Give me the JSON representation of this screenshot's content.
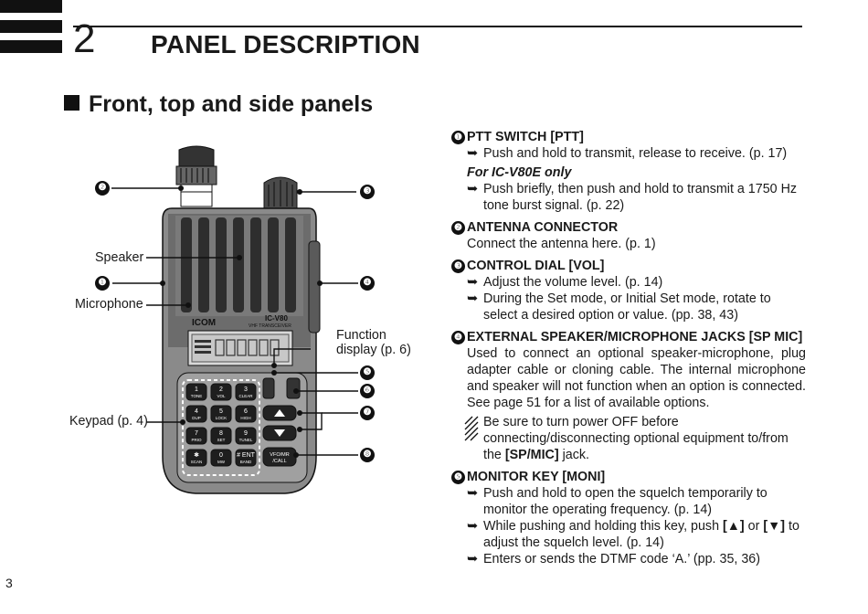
{
  "chapter": {
    "number": "2",
    "title": "PANEL DESCRIPTION"
  },
  "section": {
    "title": "Front, top and side panels"
  },
  "page_number": "3",
  "diagram": {
    "labels": {
      "speaker": "Speaker",
      "microphone": "Microphone",
      "keypad": "Keypad (p. 4)",
      "function_display_1": "Function",
      "function_display_2": "display (p. 6)"
    },
    "callouts": [
      "❶",
      "❷",
      "❸",
      "❹",
      "❺",
      "❻",
      "❼",
      "❽"
    ],
    "radio": {
      "brand": "ICOM",
      "model": "IC-V80",
      "subtitle": "VHF TRANSCEIVER",
      "keys": [
        {
          "n": "1",
          "s": "TONE"
        },
        {
          "n": "2",
          "s": "VOL"
        },
        {
          "n": "3",
          "s": "CLEAR"
        },
        {
          "n": "4",
          "s": "DUP"
        },
        {
          "n": "5",
          "s": "LOCK"
        },
        {
          "n": "6",
          "s": "HIGH"
        },
        {
          "n": "7",
          "s": "PRIO"
        },
        {
          "n": "8",
          "s": "SET"
        },
        {
          "n": "9",
          "s": "TUNEL"
        },
        {
          "n": "✱",
          "s": "SCAN"
        },
        {
          "n": "0",
          "s": "MW"
        },
        {
          "n": "# ENT",
          "s": "BAND"
        }
      ],
      "vfo_key": "VFO/MR",
      "call_key": "/CALL"
    }
  },
  "descriptions": {
    "ptt": {
      "num": "❶",
      "title": "PTT SWITCH [PTT]",
      "b1": "Push and hold to transmit, release to receive. (p. 17)",
      "sub": "For IC-V80E only",
      "b2": "Push briefly, then push and hold to transmit a 1750 Hz tone burst signal. (p. 22)"
    },
    "antenna": {
      "num": "❷",
      "title": "ANTENNA CONNECTOR",
      "text": "Connect the antenna here. (p. 1)"
    },
    "dial": {
      "num": "❸",
      "title": "CONTROL DIAL [VOL]",
      "b1": "Adjust the volume level. (p. 14)",
      "b2": "During the Set mode, or Initial Set mode, rotate to select a desired option or value. (pp. 38, 43)"
    },
    "jacks": {
      "num": "❹",
      "title": "EXTERNAL SPEAKER/MICROPHONE JACKS [SP MIC]",
      "text": "Used to connect an optional speaker-microphone, plug adapter cable or cloning cable. The internal microphone and speaker will not function when an option is connected. See page 51 for a list of available options.",
      "note_pre": "Be sure to turn power OFF before connecting/disconnecting optional equipment to/from the ",
      "note_bold": "[SP/MIC]",
      "note_post": " jack."
    },
    "moni": {
      "num": "❺",
      "title": "MONITOR KEY [MONI]",
      "b1": "Push and hold to open the squelch temporarily to monitor the operating frequency. (p. 14)",
      "b2_pre": "While pushing and holding this key, push ",
      "b2_up": "[▲]",
      "b2_mid": " or ",
      "b2_down": "[▼]",
      "b2_post": " to adjust the squelch level. (p. 14)",
      "b3": "Enters or sends the DTMF code ‘A.’ (pp. 35, 36)"
    },
    "arrow_glyph": "➥"
  }
}
